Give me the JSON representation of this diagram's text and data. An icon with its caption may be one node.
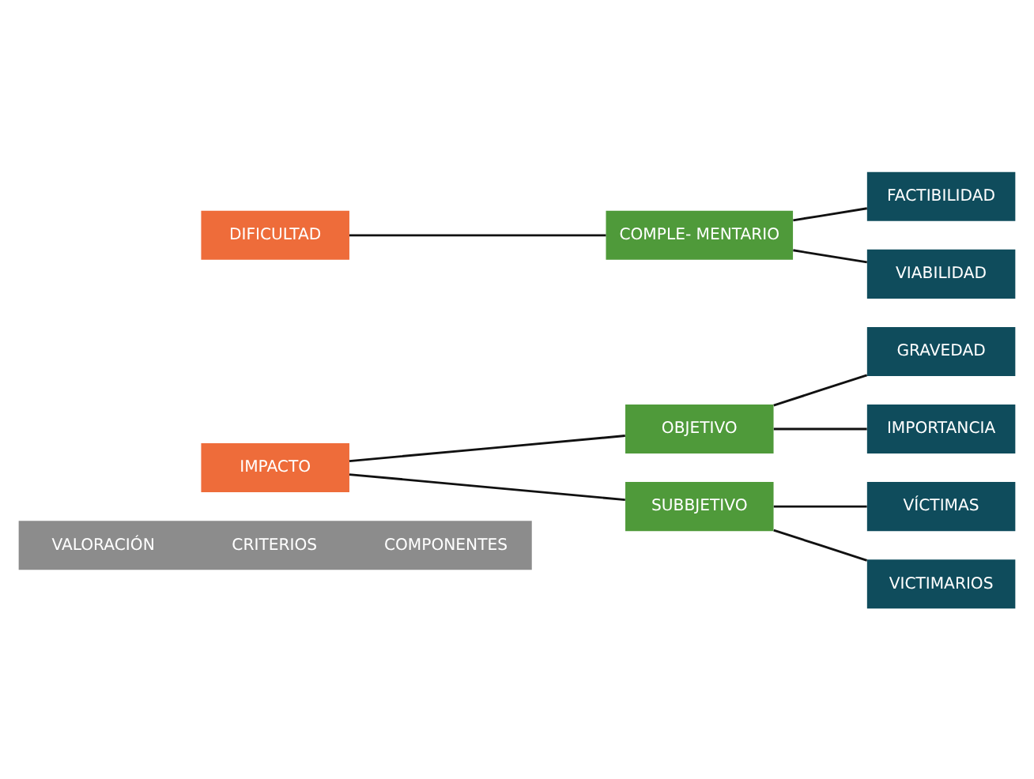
{
  "diagram": {
    "nodes": [
      {
        "text": [
          "VALORACIÓN",
          "CRITERIOS",
          "COMPONENTES"
        ]
      },
      {
        "text": [
          "IMPACTO"
        ]
      },
      {
        "text": [
          "OBJETIVO"
        ]
      },
      {
        "text": [
          "GRAVEDAD"
        ]
      },
      {
        "text": [
          "IMPORTANCIA"
        ]
      },
      {
        "text": [
          "SUBBJETIVO"
        ]
      },
      {
        "text": [
          "VÍCTIMAS"
        ]
      },
      {
        "text": [
          "VICTIMARIOS"
        ]
      },
      {
        "text": [
          "DIFICULTAD"
        ]
      },
      {
        "text": [
          "COMPLE- MENTARIO"
        ]
      },
      {
        "text": [
          "FACTIBILIDAD"
        ]
      },
      {
        "text": [
          "VIABILIDAD"
        ]
      }
    ],
    "edges": [
      {
        "from": 1,
        "to": 2,
        "arrow": "none"
      },
      {
        "from": 1,
        "to": 5,
        "arrow": "none"
      },
      {
        "from": 2,
        "to": 3,
        "arrow": "none"
      },
      {
        "from": 2,
        "to": 4,
        "arrow": "none"
      },
      {
        "from": 5,
        "to": 6,
        "arrow": "none"
      },
      {
        "from": 5,
        "to": 7,
        "arrow": "none"
      },
      {
        "from": 8,
        "to": 9,
        "arrow": "none"
      },
      {
        "from": 9,
        "to": 10,
        "arrow": "none"
      },
      {
        "from": 9,
        "to": 11,
        "arrow": "none"
      }
    ]
  }
}
